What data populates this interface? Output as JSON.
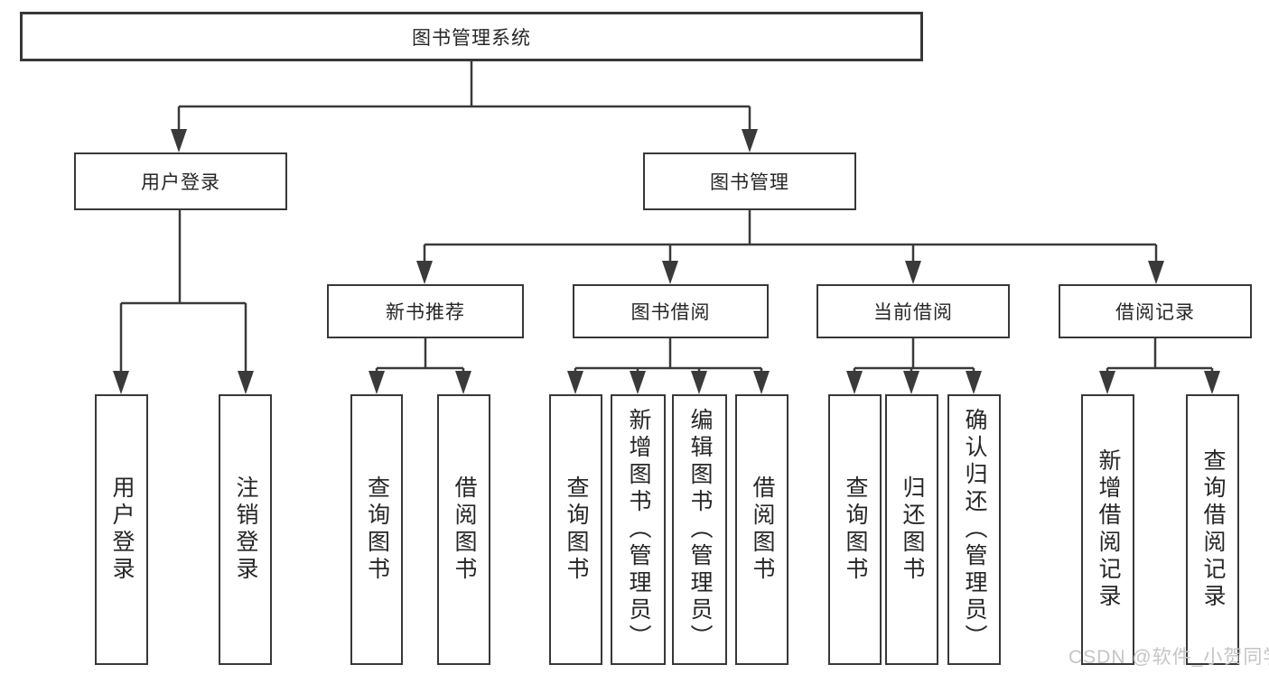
{
  "diagram": {
    "root": {
      "label": "图书管理系统"
    },
    "level2": {
      "user_login": {
        "label": "用户登录"
      },
      "book_management": {
        "label": "图书管理"
      }
    },
    "groups": {
      "new_books": {
        "label": "新书推荐"
      },
      "book_borrow": {
        "label": "图书借阅"
      },
      "current_borrow": {
        "label": "当前借阅"
      },
      "borrow_records": {
        "label": "借阅记录"
      }
    },
    "leaves": {
      "user_login": {
        "label": "用户登录"
      },
      "logout": {
        "label": "注销登录"
      },
      "nb_query_books": {
        "label": "查询图书"
      },
      "nb_borrow_books": {
        "label": "借阅图书"
      },
      "bb_query_books": {
        "label": "查询图书"
      },
      "bb_add_books": {
        "label": "新增图书（管理员）"
      },
      "bb_edit_books": {
        "label": "编辑图书（管理员）"
      },
      "bb_borrow_books": {
        "label": "借阅图书"
      },
      "cb_query_books": {
        "label": "查询图书"
      },
      "cb_return_books": {
        "label": "归还图书"
      },
      "cb_confirm_return": {
        "label": "确认归还（管理员）"
      },
      "br_add_record": {
        "label": "新增借阅记录"
      },
      "br_query_record": {
        "label": "查询借阅记录"
      }
    }
  },
  "watermark": {
    "text": "CSDN @软件_小贺同学"
  },
  "colors": {
    "line": "#3a3a3a",
    "border": "#383838",
    "text": "#262626",
    "watermark": "#c5c5c5",
    "background": "#ffffff"
  }
}
